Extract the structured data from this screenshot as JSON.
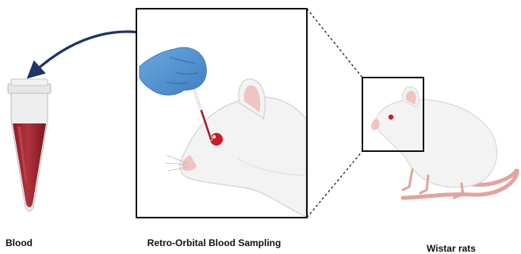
{
  "captions": {
    "blood": "Blood",
    "procedure": "Retro-Orbital Blood Sampling",
    "rats": "Wistar rats"
  },
  "colors": {
    "blood": "#a0212b",
    "blood_dark": "#7d1620",
    "tube_cap": "#e6e6e6",
    "glove": "#5b9ad6",
    "glove_dark": "#3f7fc0",
    "arrow": "#1c3566",
    "fur": "#f3f3f3",
    "fur_shade": "#d8d8d8",
    "ear_inner": "#f0c4bf",
    "eye": "#d21a22",
    "tail": "#e3a39c",
    "frame": "#111111"
  },
  "icons": {
    "tube": "microcentrifuge-tube-icon",
    "glove": "gloved-hand-icon",
    "capillary": "capillary-tube-icon",
    "rat_head": "rat-head-closeup-icon",
    "rat": "wistar-rat-icon",
    "arrow": "curved-arrow-icon"
  }
}
